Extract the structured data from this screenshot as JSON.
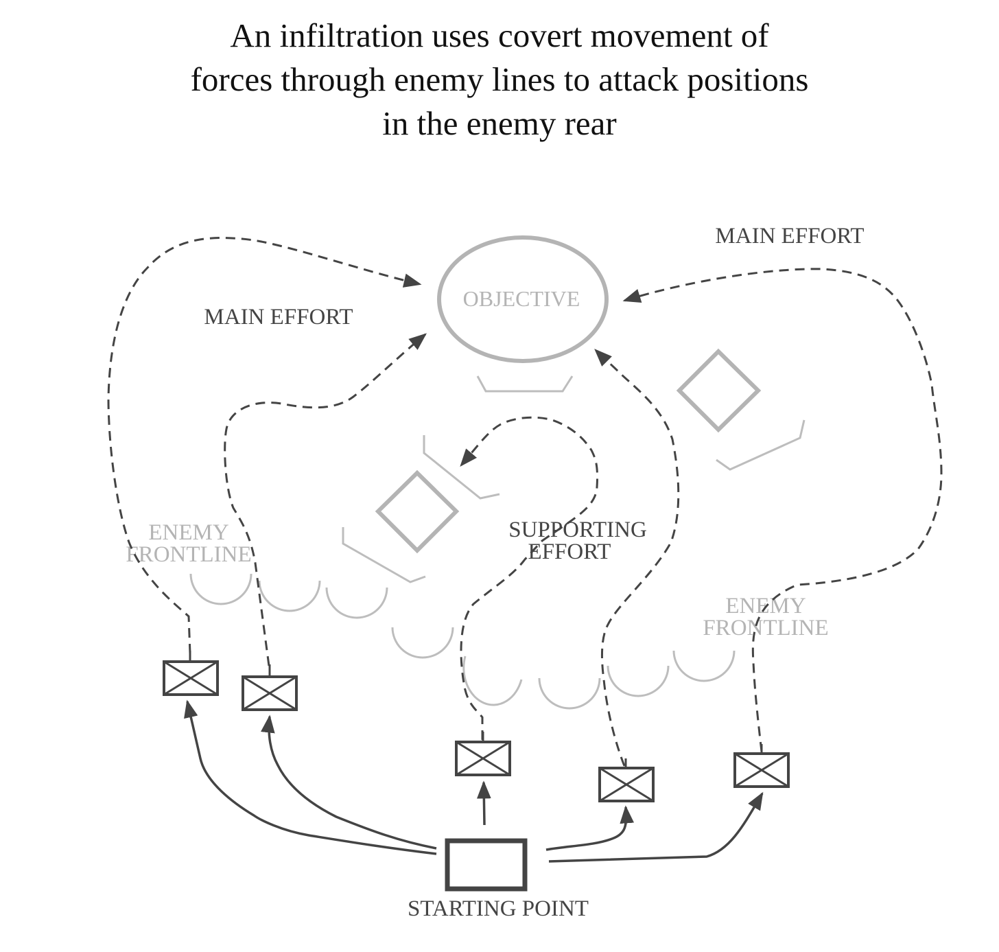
{
  "title": {
    "lines": [
      "An infiltration uses covert movement of",
      "forces through enemy lines to attack positions",
      "in the enemy rear"
    ]
  },
  "labels": {
    "objective": "OBJECTIVE",
    "main_effort_left": "MAIN EFFORT",
    "main_effort_right": "MAIN EFFORT",
    "supporting_effort_line1": "SUPPORTING",
    "supporting_effort_line2": "EFFORT",
    "enemy_frontline_left_line1": "ENEMY",
    "enemy_frontline_left_line2": "FRONTLINE",
    "enemy_frontline_right_line1": "ENEMY",
    "enemy_frontline_right_line2": "FRONTLINE",
    "starting_point": "STARTING POINT"
  },
  "colors": {
    "ink": "#444444",
    "enemy_grey": "#b4b4b4",
    "background": "#ffffff"
  },
  "unit_symbol": "infantry-unit-icon"
}
